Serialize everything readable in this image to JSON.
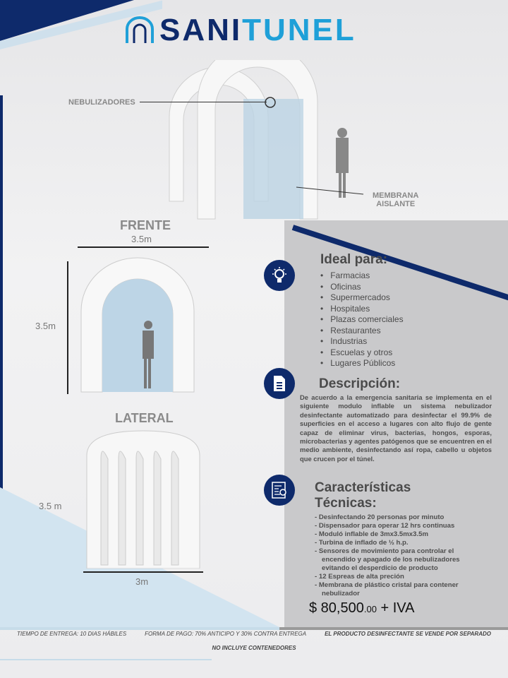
{
  "brand": {
    "name_part1": "SANI",
    "name_part2": "TUNEL"
  },
  "diagram": {
    "nebulizadores": "NEBULIZADORES",
    "membrana_line1": "MEMBRANA",
    "membrana_line2": "AISLANTE",
    "frente": "FRENTE",
    "frente_width": "3.5m",
    "frente_height": "3.5m",
    "lateral": "LATERAL",
    "lateral_height": "3.5 m",
    "lateral_width": "3m"
  },
  "ideal": {
    "title": "Ideal para:",
    "items": [
      "Farmacias",
      "Oficinas",
      "Supermercados",
      "Hospitales",
      "Plazas comerciales",
      "Restaurantes",
      "Industrias",
      "Escuelas y otros",
      "Lugares Públicos"
    ]
  },
  "descripcion": {
    "title": "Descripción:",
    "text": "De acuerdo a la emergencia sanitaria se implementa en el siguiente modulo inflable un sistema nebulizador desinfectante automatizado para desinfectar el 99.9% de superficies en el acceso a lugares con alto flujo de gente capaz de eliminar virus, bacterias, hongos, esporas, microbacterias y agentes patógenos que se encuentren en el medio ambiente, desinfectando así ropa, cabello u objetos que crucen por el túnel."
  },
  "caracteristicas": {
    "title": "Características Técnicas:",
    "items": [
      "- Desinfectando 20 personas por minuto",
      "- Dispensador para operar 12 hrs continuas",
      "- Moduló inflable de 3mx3.5mx3.5m",
      "- Turbina de inflado de ½ h.p.",
      "- Sensores de movimiento para controlar el encendido y apagado de los nebulizadores evitando el desperdicio de producto",
      "- 12 Espreas de alta preción",
      "- Membrana de plástico cristal para contener nebulizador"
    ]
  },
  "price": {
    "main": "$ 80,500",
    "cents": ".00",
    "suffix": " + IVA"
  },
  "footer": {
    "entrega": "TIEMPO DE ENTREGA: 10 DIAS HÁBILES",
    "pago": "FORMA DE PAGO: 70% ANTICIPO Y 30% CONTRA ENTREGA",
    "producto": "EL PRODUCTO DESINFECTANTE SE VENDE POR SEPARADO",
    "contenedores": "NO INCLUYE CONTENEDORES"
  },
  "colors": {
    "navy": "#0e2a6b",
    "cyan": "#1fa0d8",
    "panel": "#c9c9cb"
  }
}
